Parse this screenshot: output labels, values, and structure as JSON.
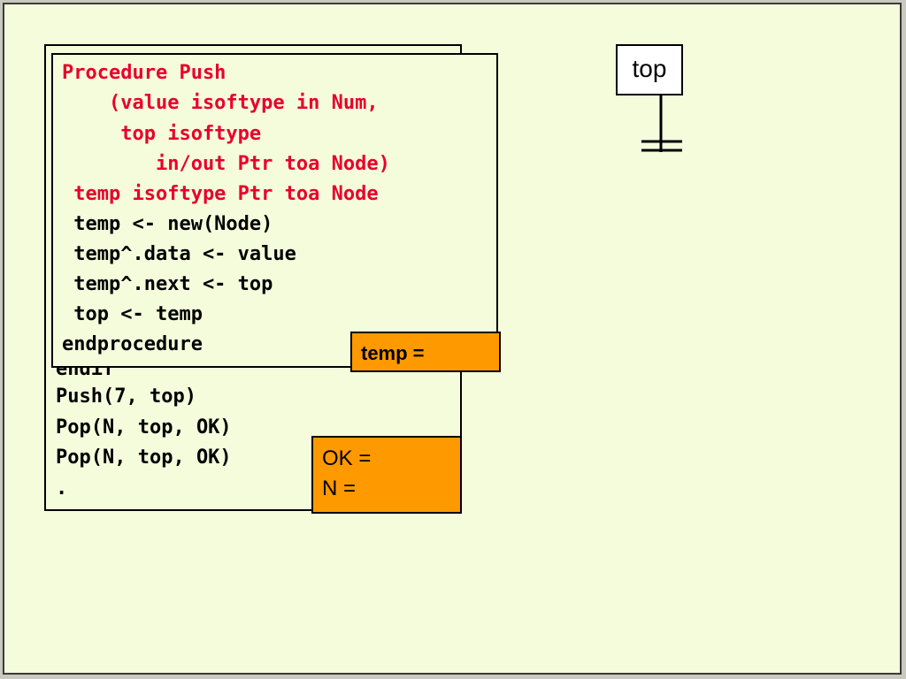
{
  "main_code": {
    "partial_line": "endif",
    "lines": [
      "Push(7, top)",
      "Pop(N, top, OK)",
      "Pop(N, top, OK)",
      "."
    ]
  },
  "procedure": {
    "header_lines": [
      "Procedure Push",
      "    (value isoftype in Num,",
      "     top isoftype",
      "        in/out Ptr toa Node)",
      " temp isoftype Ptr toa Node"
    ],
    "body_lines": [
      " temp <- new(Node)",
      " temp^.data <- value",
      " temp^.next <- top",
      " top <- temp",
      "endprocedure"
    ]
  },
  "variables": {
    "temp_label": "temp =",
    "ok_label": "OK =",
    "n_label": "N ="
  },
  "pointer": {
    "label": "top"
  },
  "colors": {
    "background": "#f5fcdc",
    "keyword_red": "#e8002a",
    "var_box": "#ff9900"
  }
}
